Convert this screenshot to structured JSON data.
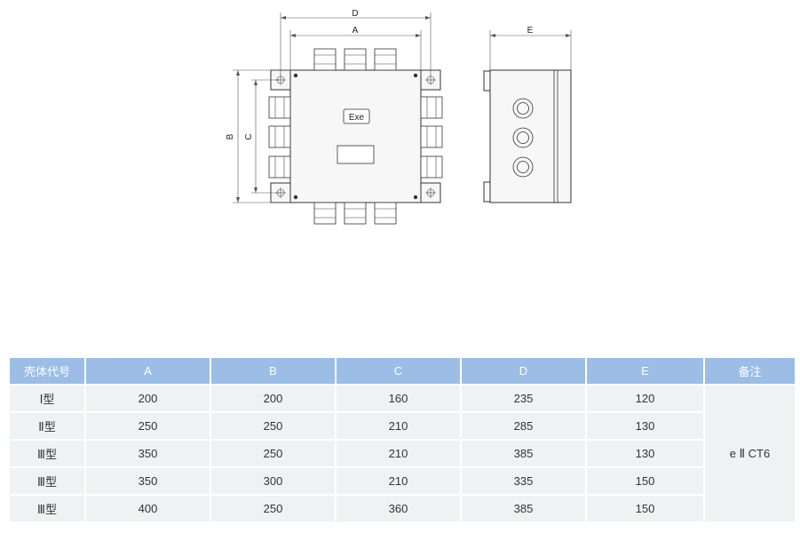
{
  "drawing": {
    "dim_labels": {
      "D": "D",
      "A": "A",
      "B": "B",
      "C": "C",
      "E": "E"
    },
    "nameplate": "Exe"
  },
  "table": {
    "headers": [
      "壳体代号",
      "A",
      "B",
      "C",
      "D",
      "E",
      "备注"
    ],
    "rows": [
      {
        "code": "Ⅰ型",
        "A": "200",
        "B": "200",
        "C": "160",
        "D": "235",
        "E": "120"
      },
      {
        "code": "Ⅱ型",
        "A": "250",
        "B": "250",
        "C": "210",
        "D": "285",
        "E": "130"
      },
      {
        "code": "Ⅲ型",
        "A": "350",
        "B": "250",
        "C": "210",
        "D": "385",
        "E": "130"
      },
      {
        "code": "Ⅲ型",
        "A": "350",
        "B": "300",
        "C": "210",
        "D": "335",
        "E": "150"
      },
      {
        "code": "Ⅲ型",
        "A": "400",
        "B": "250",
        "C": "360",
        "D": "385",
        "E": "150"
      }
    ],
    "note": "e Ⅱ CT6"
  }
}
